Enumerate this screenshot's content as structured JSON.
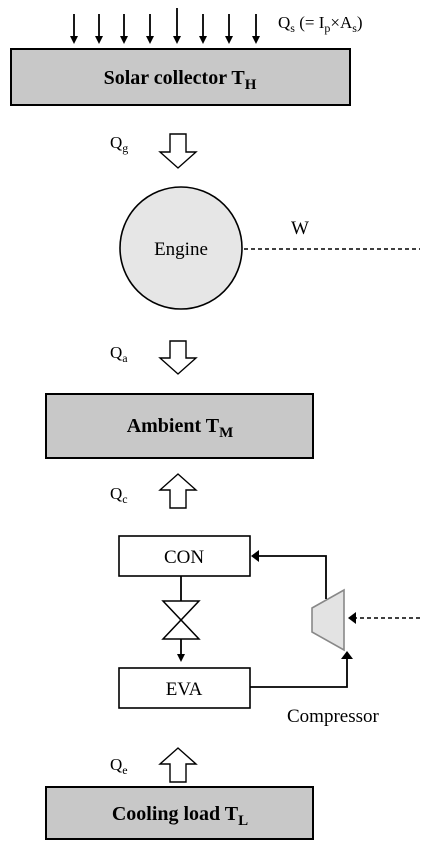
{
  "solar": {
    "q_main": "Q",
    "q_sub": "s",
    "q_expr_open": " (= I",
    "q_expr_sub1": "p",
    "q_expr_times": "×A",
    "q_expr_sub2": "s",
    "q_expr_close": ")",
    "box_label": "Solar collector T",
    "box_sub": "H"
  },
  "qg": {
    "main": "Q",
    "sub": "g"
  },
  "engine": {
    "label": "Engine"
  },
  "work": {
    "label": "W"
  },
  "qa": {
    "main": "Q",
    "sub": "a"
  },
  "ambient": {
    "box_label": "Ambient T",
    "box_sub": "M"
  },
  "qc": {
    "main": "Q",
    "sub": "c"
  },
  "condenser": {
    "label": "CON"
  },
  "evaporator": {
    "label": "EVA"
  },
  "compressor": {
    "label": "Compressor"
  },
  "qe": {
    "main": "Q",
    "sub": "e"
  },
  "cooling": {
    "box_label": "Cooling load T",
    "box_sub": "L"
  }
}
